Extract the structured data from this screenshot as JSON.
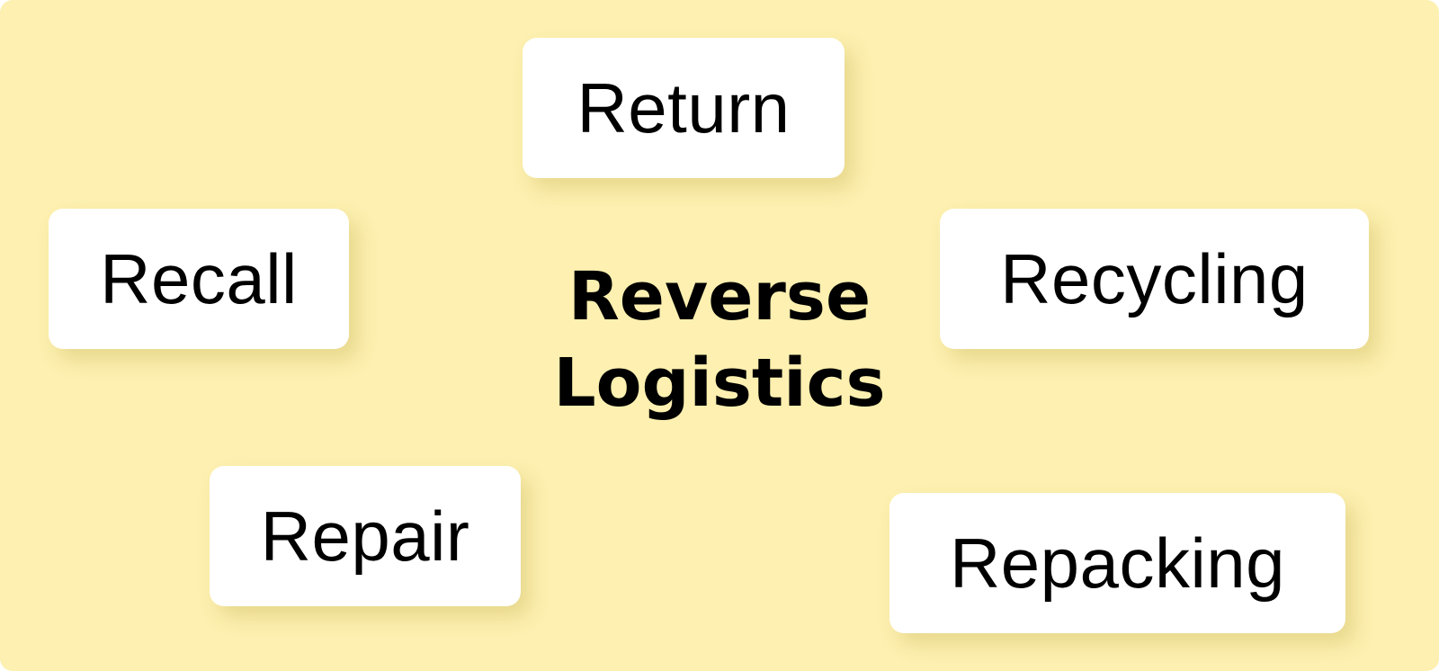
{
  "colors": {
    "background": "#fdf0b0",
    "card": "#ffffff",
    "text": "#000000"
  },
  "center": {
    "line1": "Reverse",
    "line2": "Logistics"
  },
  "nodes": {
    "return": "Return",
    "recall": "Recall",
    "recycling": "Recycling",
    "repair": "Repair",
    "repacking": "Repacking"
  }
}
